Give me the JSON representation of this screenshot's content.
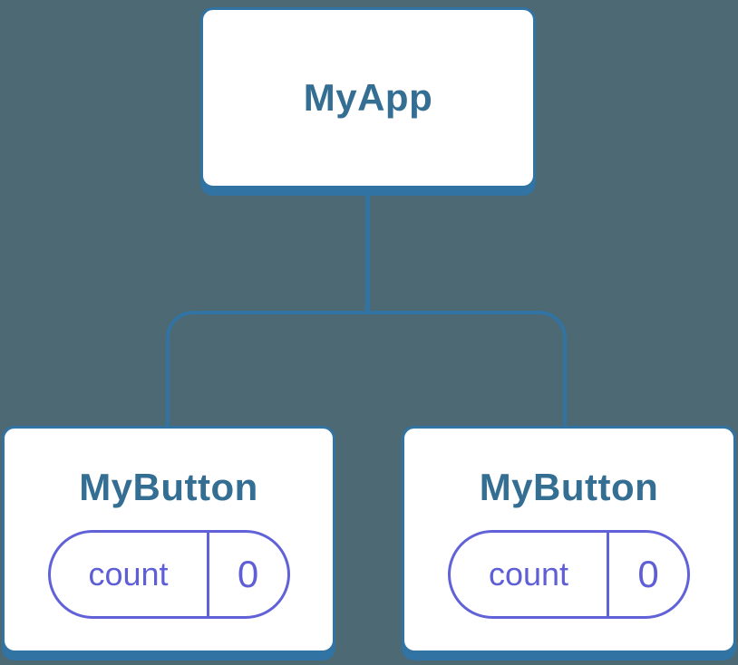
{
  "diagram": {
    "type": "component-tree",
    "root": {
      "title": "MyApp"
    },
    "children": [
      {
        "title": "MyButton",
        "state": {
          "key": "count",
          "value": "0"
        }
      },
      {
        "title": "MyButton",
        "state": {
          "key": "count",
          "value": "0"
        }
      }
    ]
  },
  "colors": {
    "background": "#4D6973",
    "connector_blue": "#3173A2",
    "node_border_blue": "#3173A2",
    "node_title_blue": "#346E93",
    "state_purple": "#5E5ED6",
    "node_background": "#FFFFFF"
  }
}
